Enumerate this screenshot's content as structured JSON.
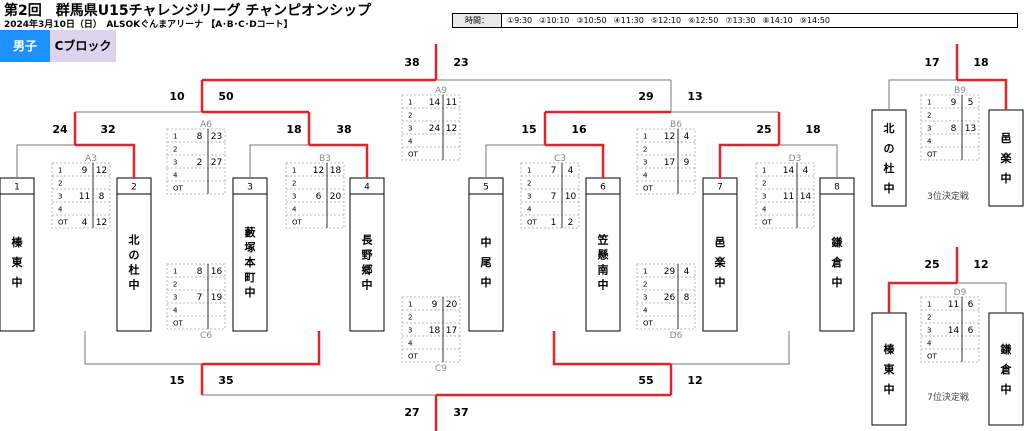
{
  "header": {
    "title": "第2回　群馬県U15チャレンジリーグ チャンピオンシップ",
    "subtitle": "2024年3月10日（日）　ALSOKぐんまアリーナ 【A･B･C･Dコート】"
  },
  "times": {
    "label": "時間：",
    "slots": [
      "①9:30",
      "②10:10",
      "③10:50",
      "④11:30",
      "⑤12:10",
      "⑥12:50",
      "⑦13:30",
      "⑧14:10",
      "⑨14:50"
    ]
  },
  "tabs": {
    "gender": "男子",
    "block": "Cブロック"
  },
  "teams": [
    {
      "num": "1",
      "name": "榛東中"
    },
    {
      "num": "2",
      "name": "北の杜中"
    },
    {
      "num": "3",
      "name": "藪塚本町中"
    },
    {
      "num": "4",
      "name": "長野郷中"
    },
    {
      "num": "5",
      "name": "中尾中"
    },
    {
      "num": "6",
      "name": "笠懸南中"
    },
    {
      "num": "7",
      "name": "邑楽中"
    },
    {
      "num": "8",
      "name": "鎌倉中"
    }
  ],
  "side_teams": {
    "third_left": "北の杜中",
    "third_right": "邑楽中",
    "seventh_left": "榛東中",
    "seventh_right": "鎌倉中"
  },
  "captions": {
    "third": "3位決定戦",
    "seventh": "7位決定戦"
  },
  "period_labels": [
    "1",
    "2",
    "3",
    "4",
    "OT"
  ],
  "matches": [
    {
      "id": "A3",
      "a": "24",
      "b": "32",
      "periods": [
        [
          "9",
          "12"
        ],
        [
          "",
          ""
        ],
        [
          "11",
          "8"
        ],
        [
          "",
          ""
        ],
        [
          "4",
          "12"
        ]
      ]
    },
    {
      "id": "B3",
      "a": "18",
      "b": "38",
      "periods": [
        [
          "12",
          "18"
        ],
        [
          "",
          ""
        ],
        [
          "6",
          "20"
        ],
        [
          "",
          ""
        ],
        [
          "",
          ""
        ]
      ]
    },
    {
      "id": "C3",
      "a": "15",
      "b": "16",
      "periods": [
        [
          "7",
          "4"
        ],
        [
          "",
          ""
        ],
        [
          "7",
          "10"
        ],
        [
          "",
          ""
        ],
        [
          "1",
          "2"
        ]
      ]
    },
    {
      "id": "D3",
      "a": "25",
      "b": "18",
      "periods": [
        [
          "14",
          "4"
        ],
        [
          "",
          ""
        ],
        [
          "11",
          "14"
        ],
        [
          "",
          ""
        ],
        [
          "",
          ""
        ]
      ]
    },
    {
      "id": "A6",
      "a": "10",
      "b": "50",
      "periods": [
        [
          "8",
          "23"
        ],
        [
          "",
          ""
        ],
        [
          "2",
          "27"
        ],
        [
          "",
          ""
        ],
        [
          "",
          ""
        ]
      ]
    },
    {
      "id": "B6",
      "a": "29",
      "b": "13",
      "periods": [
        [
          "12",
          "4"
        ],
        [
          "",
          ""
        ],
        [
          "17",
          "9"
        ],
        [
          "",
          ""
        ],
        [
          "",
          ""
        ]
      ]
    },
    {
      "id": "C6",
      "a": "15",
      "b": "35",
      "periods": [
        [
          "8",
          "16"
        ],
        [
          "",
          ""
        ],
        [
          "7",
          "19"
        ],
        [
          "",
          ""
        ],
        [
          "",
          ""
        ]
      ]
    },
    {
      "id": "D6",
      "a": "55",
      "b": "12",
      "periods": [
        [
          "29",
          "4"
        ],
        [
          "",
          ""
        ],
        [
          "26",
          "8"
        ],
        [
          "",
          ""
        ],
        [
          "",
          ""
        ]
      ]
    },
    {
      "id": "A9",
      "a": "38",
      "b": "23",
      "periods": [
        [
          "14",
          "11"
        ],
        [
          "",
          ""
        ],
        [
          "24",
          "12"
        ],
        [
          "",
          ""
        ],
        [
          "",
          ""
        ]
      ]
    },
    {
      "id": "C9",
      "a": "27",
      "b": "37",
      "periods": [
        [
          "9",
          "20"
        ],
        [
          "",
          ""
        ],
        [
          "18",
          "17"
        ],
        [
          "",
          ""
        ],
        [
          "",
          ""
        ]
      ]
    },
    {
      "id": "B9",
      "a": "17",
      "b": "18",
      "periods": [
        [
          "9",
          "5"
        ],
        [
          "",
          ""
        ],
        [
          "8",
          "13"
        ],
        [
          "",
          ""
        ],
        [
          "",
          ""
        ]
      ]
    },
    {
      "id": "D9",
      "a": "25",
      "b": "12",
      "periods": [
        [
          "11",
          "6"
        ],
        [
          "",
          ""
        ],
        [
          "14",
          "6"
        ],
        [
          "",
          ""
        ],
        [
          "",
          ""
        ]
      ]
    }
  ]
}
